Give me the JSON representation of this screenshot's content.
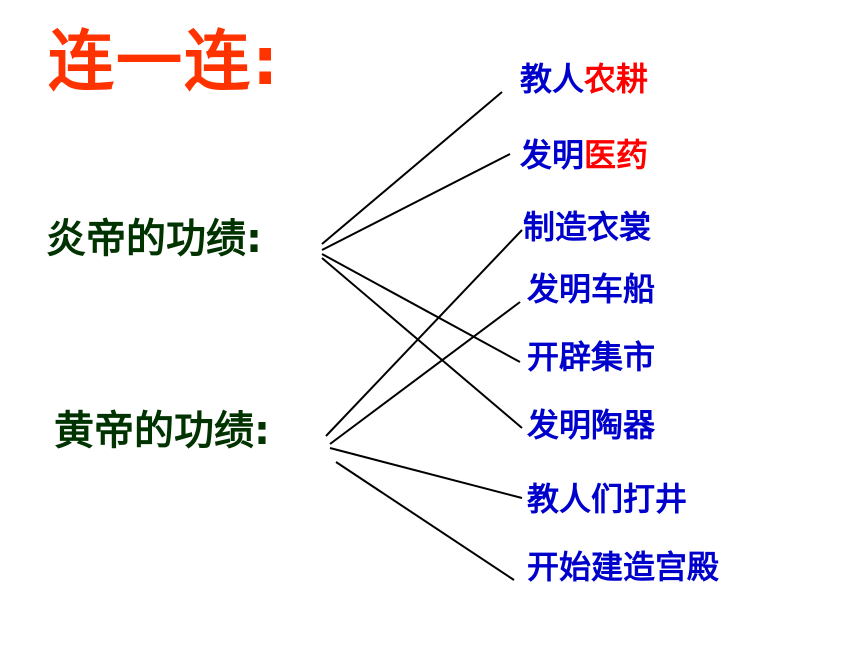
{
  "title": "连一连:",
  "left": [
    {
      "label": "炎帝的功绩:"
    },
    {
      "label": "黄帝的功绩:"
    }
  ],
  "right": [
    {
      "part1": "教人",
      "part2": "农耕"
    },
    {
      "part1": "发明",
      "part2": "医药"
    },
    {
      "part1": "制造衣裳",
      "part2": ""
    },
    {
      "part1": "发明车船",
      "part2": ""
    },
    {
      "part1": "开辟集市",
      "part2": ""
    },
    {
      "part1": "发明陶器",
      "part2": ""
    },
    {
      "part1": "教人们打井",
      "part2": ""
    },
    {
      "part1": "开始建造宫殿",
      "part2": ""
    }
  ],
  "colors": {
    "title": "#ff3300",
    "left_label": "#003300",
    "item_primary": "#0000cc",
    "item_highlight": "#ff0000",
    "line": "#000000"
  }
}
